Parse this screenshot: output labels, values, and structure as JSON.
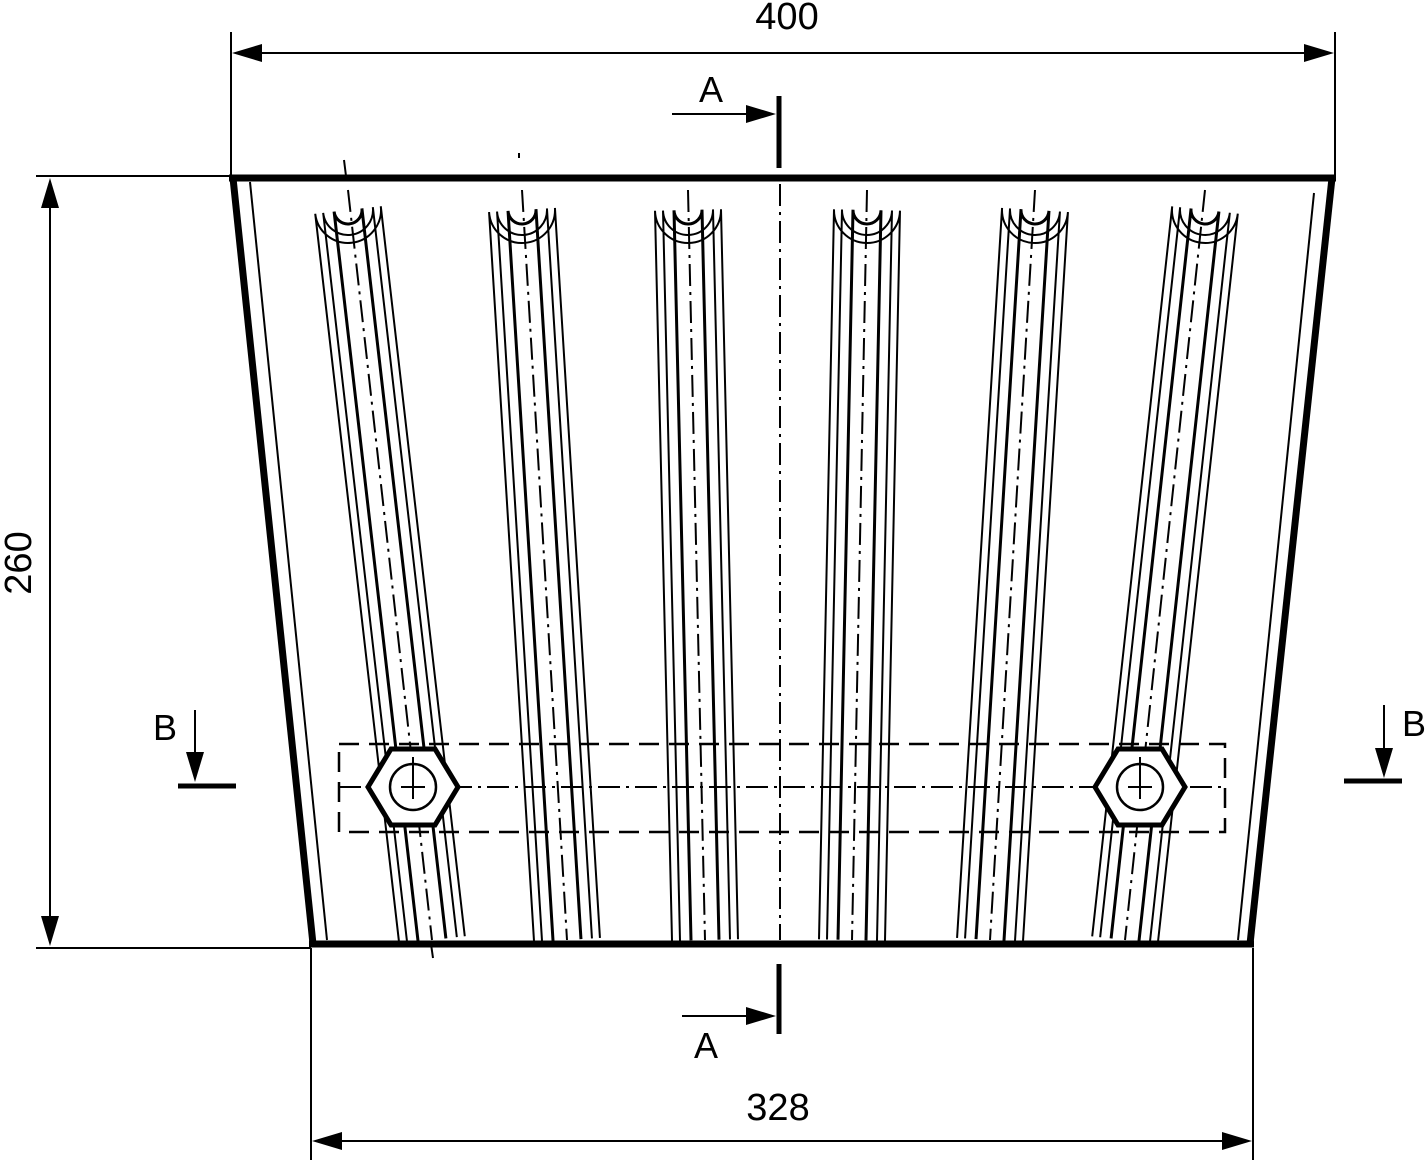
{
  "dimensions": {
    "top_width": "400",
    "bottom_width": "328",
    "height": "260"
  },
  "section_labels": {
    "a_top": "A",
    "a_bottom": "A",
    "b_left": "B",
    "b_right": "B"
  },
  "slot_count": 6,
  "bolt_count": 2,
  "colors": {
    "ink": "#000000",
    "background": "#ffffff"
  }
}
